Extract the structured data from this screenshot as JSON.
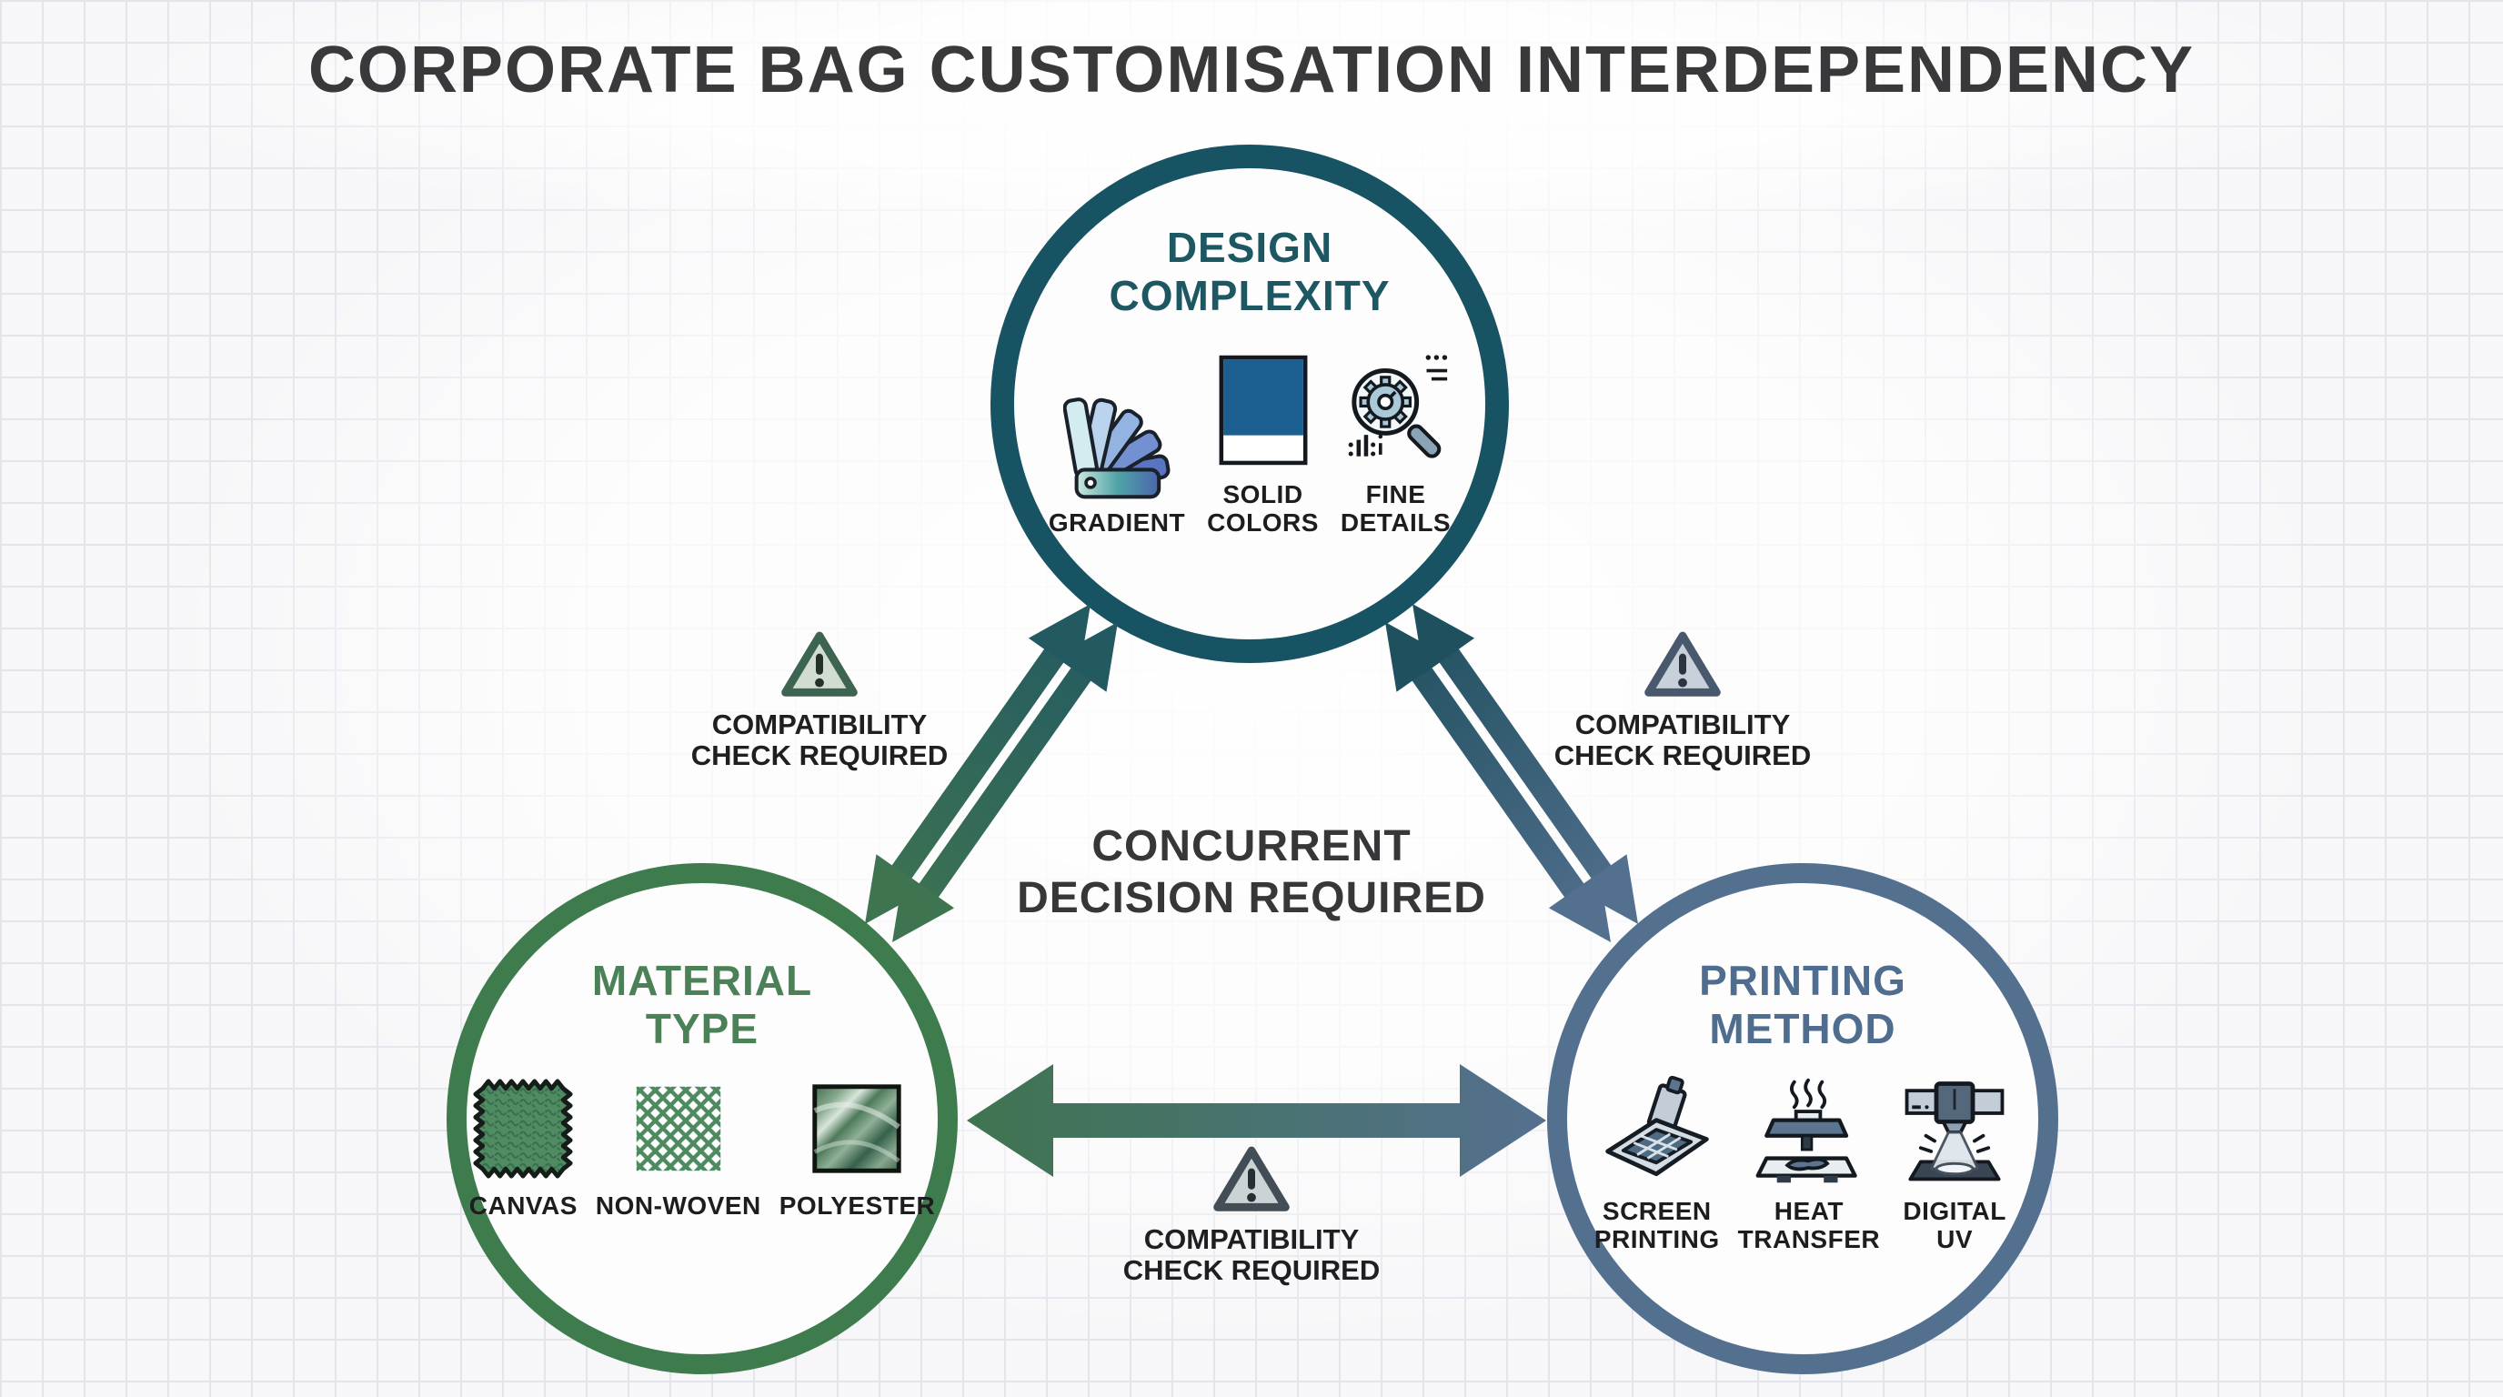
{
  "title": "CORPORATE BAG CUSTOMISATION INTERDEPENDENCY",
  "center_note": "CONCURRENT\nDECISION REQUIRED",
  "background": {
    "style": "grid-paper",
    "paper_color": "#f7f7f9",
    "grid_color": "#e4e4ec"
  },
  "text_colors": {
    "title": "#39393b",
    "item_labels": "#1d1d20",
    "center_note": "#37373a"
  },
  "nodes": {
    "design": {
      "title": "DESIGN\nCOMPLEXITY",
      "accent_color": "#1d5762",
      "border_color": "#175362",
      "items": [
        {
          "label": "GRADIENT",
          "icon": "gradient-fan-icon"
        },
        {
          "label": "SOLID\nCOLORS",
          "icon": "solid-color-swatch-icon"
        },
        {
          "label": "FINE\nDETAILS",
          "icon": "magnifier-gear-icon"
        }
      ]
    },
    "material": {
      "title": "MATERIAL\nTYPE",
      "accent_color": "#4b8156",
      "border_color": "#3e7b4d",
      "items": [
        {
          "label": "CANVAS",
          "icon": "canvas-swatch-icon"
        },
        {
          "label": "NON-WOVEN",
          "icon": "mesh-swatch-icon"
        },
        {
          "label": "POLYESTER",
          "icon": "satin-swatch-icon"
        }
      ]
    },
    "printing": {
      "title": "PRINTING\nMETHOD",
      "accent_color": "#4f6d8e",
      "border_color": "#54708f",
      "items": [
        {
          "label": "SCREEN\nPRINTING",
          "icon": "screen-printing-icon"
        },
        {
          "label": "HEAT\nTRANSFER",
          "icon": "heat-press-icon"
        },
        {
          "label": "DIGITAL\nUV",
          "icon": "uv-printer-icon"
        }
      ]
    }
  },
  "arrows": [
    {
      "between": [
        "material",
        "design"
      ],
      "style": "double-outline",
      "label": "COMPATIBILITY\nCHECK REQUIRED",
      "warning_icon": "warning-triangle-icon",
      "colors": [
        "#3f7450",
        "#235a62"
      ]
    },
    {
      "between": [
        "design",
        "printing"
      ],
      "style": "double-outline",
      "label": "COMPATIBILITY\nCHECK REQUIRED",
      "warning_icon": "warning-triangle-icon",
      "colors": [
        "#1e505e",
        "#54708f"
      ]
    },
    {
      "between": [
        "material",
        "printing"
      ],
      "style": "solid",
      "label": "COMPATIBILITY\nCHECK REQUIRED",
      "warning_icon": "warning-triangle-icon",
      "colors": [
        "#3f7450",
        "#54708f"
      ]
    }
  ]
}
